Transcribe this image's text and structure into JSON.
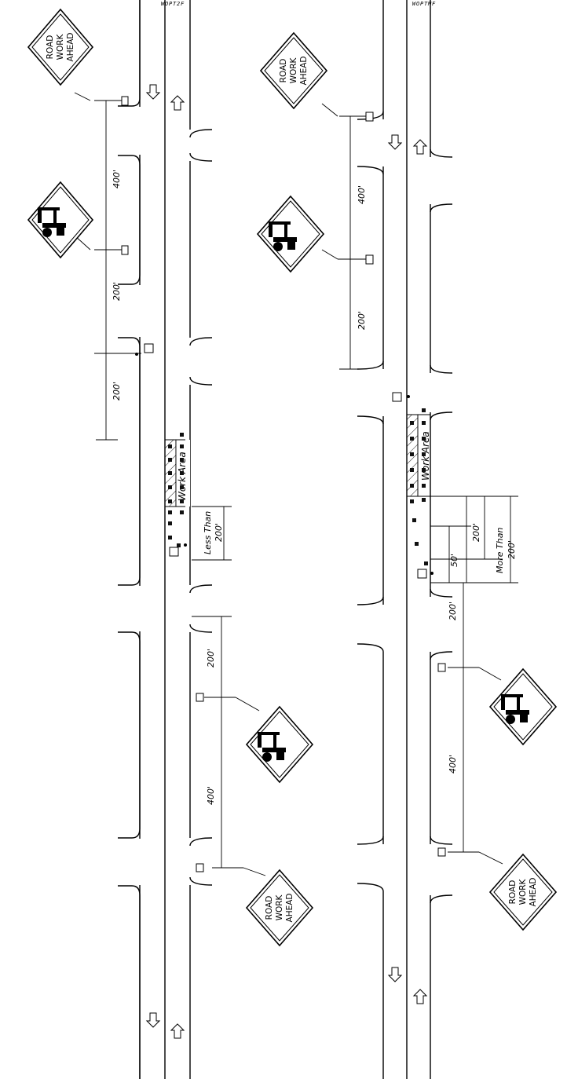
{
  "diagrams": [
    {
      "id": "less_than_200",
      "work_area_label": "Work Area",
      "taper_label_line1": "Less Than",
      "taper_label_line2": "200'",
      "dims": [
        "400'",
        "200'",
        "200'",
        "200'",
        "400'"
      ],
      "signs": [
        "ROAD WORK AHEAD",
        "flagger-symbol",
        "flagger-symbol",
        "ROAD WORK AHEAD"
      ]
    },
    {
      "id": "more_than_200",
      "work_area_label": "Work Area",
      "taper_label_top": "200'",
      "taper_label_line1": "More Than",
      "taper_label_line2": "200'",
      "buffer_label": "50'",
      "dims": [
        "400'",
        "200'",
        "200'",
        "400'"
      ],
      "signs": [
        "ROAD WORK AHEAD",
        "flagger-symbol",
        "flagger-symbol",
        "ROAD WORK AHEAD"
      ]
    }
  ],
  "sign_text": {
    "l1": "ROAD",
    "l2": "WORK",
    "l3": "AHEAD"
  },
  "top_notes_left": [
    "W",
    "O",
    "P",
    "T",
    "2",
    "F"
  ],
  "top_notes_right": [
    "W",
    "O",
    "P",
    "T",
    "M",
    "F"
  ]
}
